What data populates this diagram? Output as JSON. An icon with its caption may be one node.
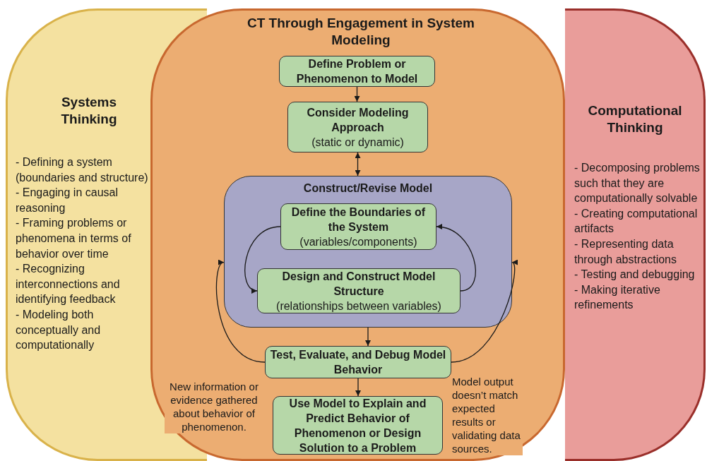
{
  "diagram": {
    "nodes": [
      {
        "text": [
          "Systems Thinking",
          "- Defining a system (boundaries and structure)",
          "- Engaging in causal reasoning",
          "- Framing problems or phenomena in terms of behavior over time",
          "- Recognizing interconnections and identifying feedback",
          "- Modeling both conceptually and computationally"
        ]
      },
      {
        "text": [
          "CT Through Engagement in System Modeling"
        ]
      },
      {
        "text": [
          "Computational Thinking",
          "- Decomposing problems such that they are computationally solvable",
          "- Creating computational artifacts",
          "- Representing data through abstractions",
          "- Testing and debugging",
          "- Making iterative refinements"
        ]
      },
      {
        "text": [
          "Define Problem or Phenomenon to Model"
        ],
        "in": 1
      },
      {
        "text": [
          "Consider Modeling Approach",
          "(static or dynamic)"
        ],
        "in": 1
      },
      {
        "text": [
          "Construct/Revise Model"
        ],
        "in": 1
      },
      {
        "text": [
          "Define the Boundaries of the System",
          "(variables/components)"
        ],
        "in": 5
      },
      {
        "text": [
          "Design and Construct Model Structure",
          "(relationships between variables)"
        ],
        "in": 5
      },
      {
        "text": [
          "Test, Evaluate, and Debug Model Behavior"
        ],
        "in": 1
      },
      {
        "text": [
          "Use Model to Explain and Predict Behavior of Phenomenon or Design Solution to a Problem"
        ],
        "in": 1
      }
    ],
    "edges": [
      {
        "from": 3,
        "to": 4,
        "arrow": "to"
      },
      {
        "from": 4,
        "to": 5,
        "arrow": "both"
      },
      {
        "from": 6,
        "to": 7,
        "arrow": "to"
      },
      {
        "from": 7,
        "to": 6,
        "arrow": "to"
      },
      {
        "from": 5,
        "to": 8,
        "arrow": "to"
      },
      {
        "from": 8,
        "to": 9,
        "arrow": "to"
      },
      {
        "from": 8,
        "to": 5,
        "arrow": "to",
        "label": "New information or evidence gathered about behavior of phenomenon."
      },
      {
        "from": 8,
        "to": 5,
        "arrow": "to",
        "label": "Model output doesn’t match expected results or validating data sources."
      }
    ]
  }
}
